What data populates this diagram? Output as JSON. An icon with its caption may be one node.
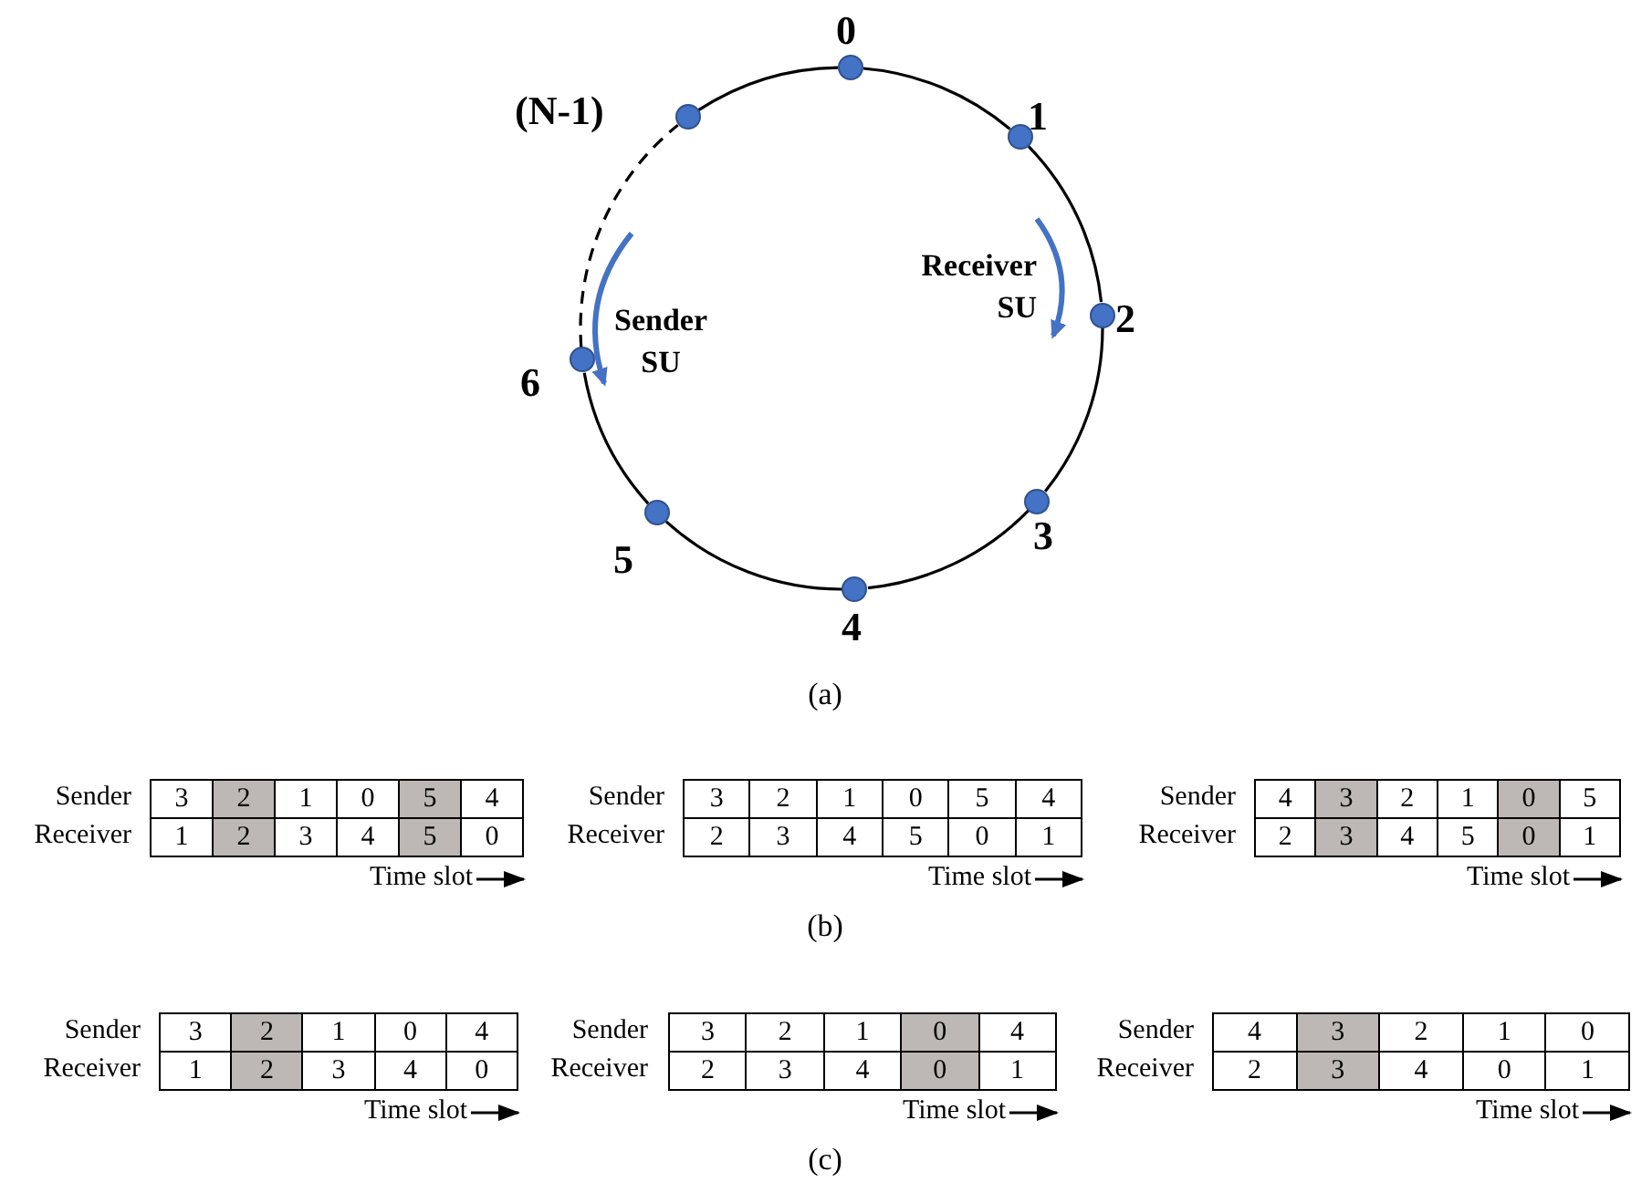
{
  "diagram": {
    "nodes": [
      {
        "text": [],
        "shape": "circle",
        "beside": [
          "0"
        ]
      },
      {
        "text": [],
        "shape": "circle",
        "beside": [
          "1"
        ]
      },
      {
        "text": [],
        "shape": "circle",
        "beside": [
          "2"
        ]
      },
      {
        "text": [],
        "shape": "circle",
        "beside": [
          "3"
        ]
      },
      {
        "text": [],
        "shape": "circle",
        "beside": [
          "4"
        ]
      },
      {
        "text": [],
        "shape": "circle",
        "beside": [
          "5"
        ]
      },
      {
        "text": [],
        "shape": "circle",
        "beside": [
          "6"
        ]
      },
      {
        "text": [],
        "shape": "circle",
        "beside": [
          "(N-1)"
        ]
      }
    ],
    "edges": [
      {
        "from": 0,
        "to": 1,
        "arrow": "none"
      },
      {
        "from": 1,
        "to": 2,
        "arrow": "none"
      },
      {
        "from": 2,
        "to": 3,
        "arrow": "none"
      },
      {
        "from": 3,
        "to": 4,
        "arrow": "none"
      },
      {
        "from": 4,
        "to": 5,
        "arrow": "none"
      },
      {
        "from": 5,
        "to": 6,
        "arrow": "none"
      },
      {
        "from": 6,
        "to": 7,
        "arrow": "none",
        "style": "dashed"
      },
      {
        "from": 7,
        "to": 0,
        "arrow": "none"
      }
    ],
    "labels": [
      "Receiver SU",
      "Sender SU",
      "(a)",
      "Sender",
      "3",
      "2",
      "1",
      "0",
      "5",
      "4",
      "Receiver",
      "1",
      "2",
      "3",
      "4",
      "5",
      "0",
      "Time slot",
      "Sender",
      "3",
      "2",
      "1",
      "0",
      "5",
      "4",
      "Receiver",
      "2",
      "3",
      "4",
      "5",
      "0",
      "1",
      "Time slot",
      "Sender",
      "4",
      "3",
      "2",
      "1",
      "0",
      "5",
      "Receiver",
      "2",
      "3",
      "4",
      "5",
      "0",
      "1",
      "Time slot",
      "(b)",
      "Sender",
      "3",
      "2",
      "1",
      "0",
      "4",
      "Receiver",
      "1",
      "2",
      "3",
      "4",
      "0",
      "Time slot",
      "Sender",
      "3",
      "2",
      "1",
      "0",
      "4",
      "Receiver",
      "2",
      "3",
      "4",
      "0",
      "1",
      "Time slot",
      "Sender",
      "4",
      "3",
      "2",
      "1",
      "0",
      "Receiver",
      "2",
      "3",
      "4",
      "0",
      "1",
      "Time slot",
      "(c)"
    ]
  }
}
